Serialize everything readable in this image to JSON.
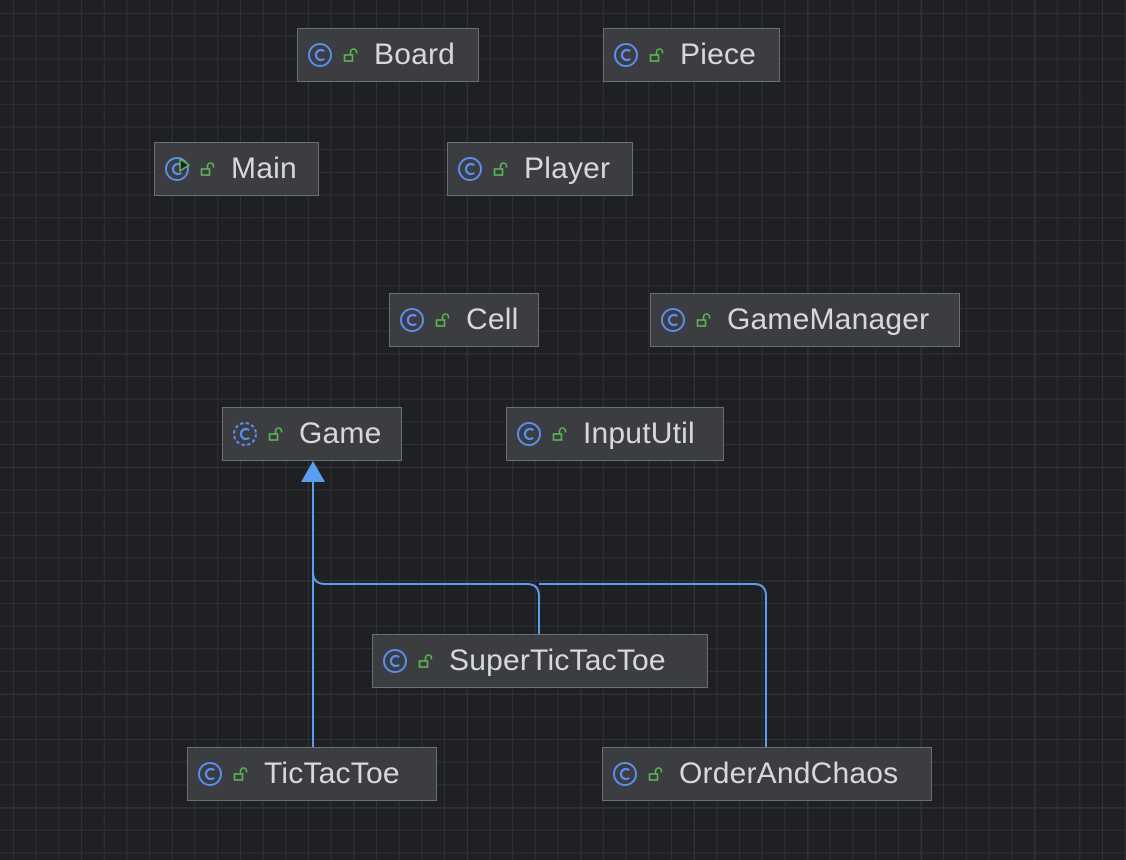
{
  "diagram": {
    "type": "uml-class-diagram",
    "colors": {
      "background": "#1f2023",
      "node_fill": "#3b3d40",
      "node_border": "#6b6e73",
      "class_icon": "#5b8ef0",
      "run_marker": "#5ab552",
      "public_lock": "#5ab552",
      "label": "#d6d8dc",
      "inheritance_edge": "#5b9ef0"
    },
    "nodes": [
      {
        "id": "Board",
        "label": "Board",
        "icon": "class-icon",
        "visibility_icon": "unlocked-icon"
      },
      {
        "id": "Piece",
        "label": "Piece",
        "icon": "class-icon",
        "visibility_icon": "unlocked-icon"
      },
      {
        "id": "Main",
        "label": "Main",
        "icon": "runnable-class-icon",
        "visibility_icon": "unlocked-icon"
      },
      {
        "id": "Player",
        "label": "Player",
        "icon": "class-icon",
        "visibility_icon": "unlocked-icon"
      },
      {
        "id": "Cell",
        "label": "Cell",
        "icon": "class-icon",
        "visibility_icon": "unlocked-icon"
      },
      {
        "id": "GameManager",
        "label": "GameManager",
        "icon": "class-icon",
        "visibility_icon": "unlocked-icon"
      },
      {
        "id": "Game",
        "label": "Game",
        "icon": "abstract-class-icon",
        "visibility_icon": "unlocked-icon"
      },
      {
        "id": "InputUtil",
        "label": "InputUtil",
        "icon": "class-icon",
        "visibility_icon": "unlocked-icon"
      },
      {
        "id": "SuperTicTacToe",
        "label": "SuperTicTacToe",
        "icon": "class-icon",
        "visibility_icon": "unlocked-icon"
      },
      {
        "id": "TicTacToe",
        "label": "TicTacToe",
        "icon": "class-icon",
        "visibility_icon": "unlocked-icon"
      },
      {
        "id": "OrderAndChaos",
        "label": "OrderAndChaos",
        "icon": "class-icon",
        "visibility_icon": "unlocked-icon"
      }
    ],
    "edges": [
      {
        "from": "TicTacToe",
        "to": "Game",
        "type": "inheritance"
      },
      {
        "from": "SuperTicTacToe",
        "to": "Game",
        "type": "inheritance"
      },
      {
        "from": "OrderAndChaos",
        "to": "Game",
        "type": "inheritance"
      }
    ]
  }
}
